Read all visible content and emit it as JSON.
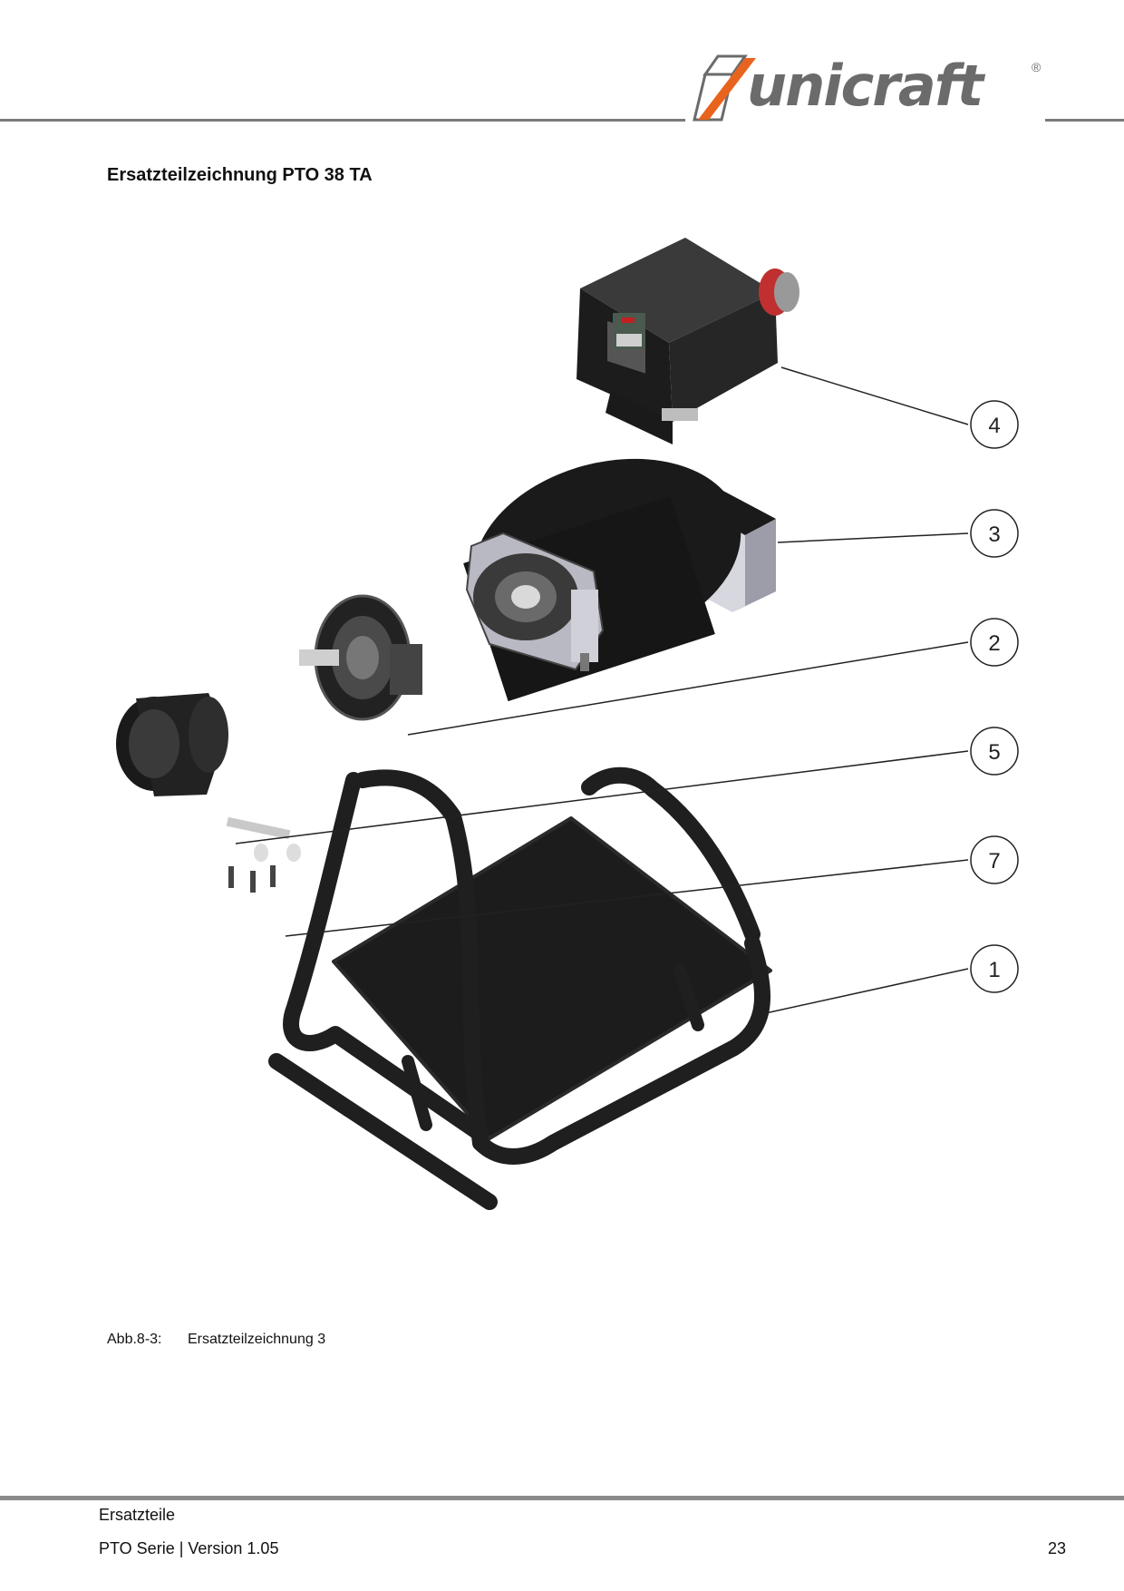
{
  "brand": {
    "name": "unicraft",
    "registered": "®",
    "colors": {
      "orange": "#e8641e",
      "gray": "#6b6b6b"
    }
  },
  "page_title": "Ersatzteilzeichnung PTO 38 TA",
  "drawing": {
    "callouts": [
      "4",
      "3",
      "2",
      "5",
      "7",
      "1"
    ]
  },
  "caption": {
    "figure": "Abb.8-3:",
    "text": "Ersatzteilzeichnung 3"
  },
  "footer": {
    "section": "Ersatzteile",
    "series": "PTO Serie |  Version 1.05",
    "page_number": "23"
  }
}
